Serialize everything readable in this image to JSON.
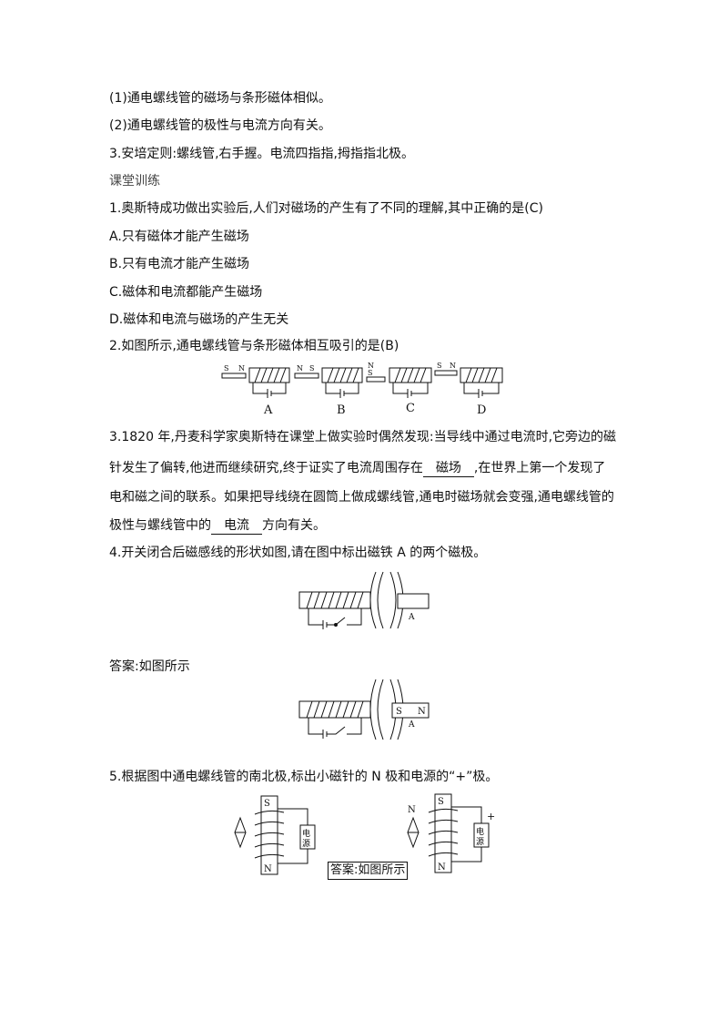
{
  "lines": {
    "l1": "(1)通电螺线管的磁场与条形磁体相似。",
    "l2": "(2)通电螺线管的极性与电流方向有关。",
    "l3": "3.安培定则:螺线管,右手握。电流四指指,拇指指北极。",
    "section": "课堂训练",
    "q1": "1.奥斯特成功做出实验后,人们对磁场的产生有了不同的理解,其中正确的是(C)",
    "q1a": "A.只有磁体才能产生磁场",
    "q1b": "B.只有电流才能产生磁场",
    "q1c": "C.磁体和电流都能产生磁场",
    "q1d": "D.磁体和电流与磁场的产生无关",
    "q2": "2.如图所示,通电螺线管与条形磁体相互吸引的是(B)",
    "q3a": "3.1820 年,丹麦科学家奥斯特在课堂上做实验时偶然发现:当导线中通过电流时,它旁边的磁",
    "q3b_pre": "针发生了偏转,他进而继续研究,终于证实了电流周围存在",
    "q3b_blank": "磁场",
    "q3b_post": ",在世界上第一个发现了",
    "q3c": "电和磁之间的联系。如果把导线绕在圆筒上做成螺线管,通电时磁场就会变强,通电螺线管的",
    "q3d_pre": "极性与螺线管中的",
    "q3d_blank": "电流",
    "q3d_post": "方向有关。",
    "q4": "4.开关闭合后磁感线的形状如图,请在图中标出磁铁 A 的两个磁极。",
    "q4ans": "答案:如图所示",
    "q5": "5.根据图中通电螺线管的南北极,标出小磁针的 N 极和电源的“+”极。"
  },
  "fig2": {
    "labels": [
      "A",
      "B",
      "C",
      "D"
    ],
    "magnets": [
      [
        "S",
        "N"
      ],
      [
        "N",
        "S"
      ],
      [
        "N",
        "S"
      ],
      [
        "S",
        "N"
      ]
    ]
  },
  "fig4": {
    "magnet_label": "A"
  },
  "fig4ans": {
    "magnet_label": "A",
    "pole_left": "S",
    "pole_right": "N"
  },
  "fig5": {
    "top_pole": "S",
    "bottom_pole": "N",
    "source_text": [
      "电",
      "源"
    ],
    "answer_box": "答案:如图所示",
    "needle_label": "N",
    "plus": "+"
  }
}
